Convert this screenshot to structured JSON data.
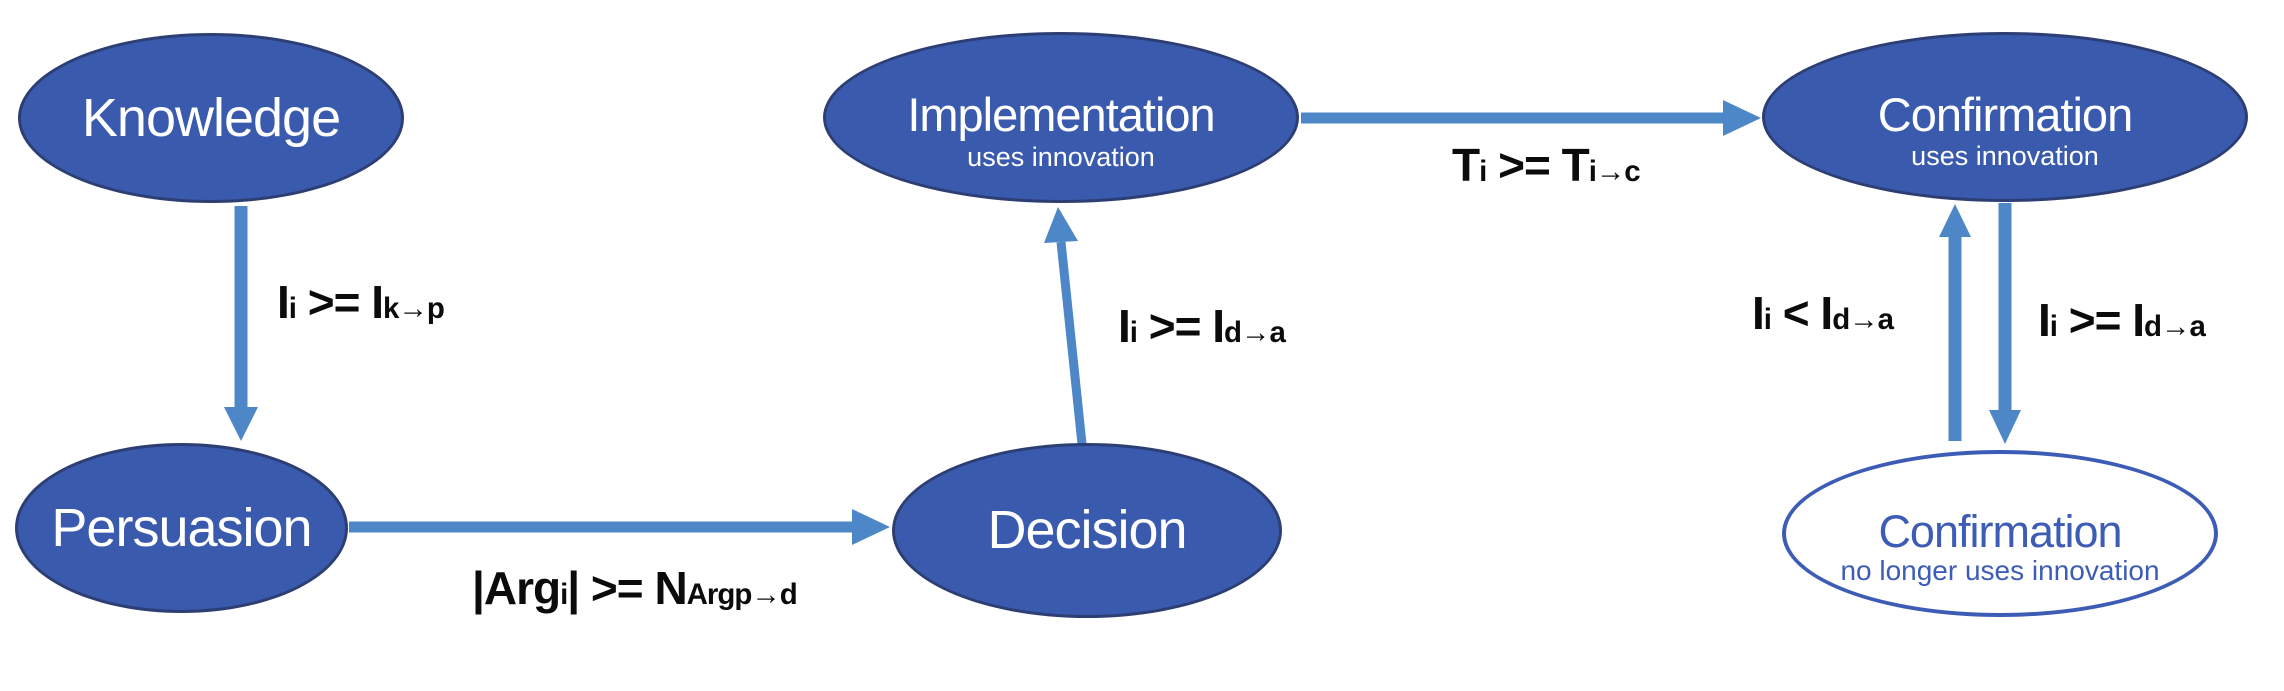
{
  "colors": {
    "node-fill": "#3a5aad",
    "node-border": "#2c3e74",
    "outline": "#3d5cb5",
    "arrow": "#4e87c8",
    "label": "#0b0b0b"
  },
  "nodes": [
    {
      "id": "knowledge",
      "label": "Knowledge"
    },
    {
      "id": "persuasion",
      "label": "Persuasion"
    },
    {
      "id": "decision",
      "label": "Decision"
    },
    {
      "id": "implementation",
      "label": "Implementation",
      "subtitle": "uses innovation"
    },
    {
      "id": "confirmation-using",
      "label": "Confirmation",
      "subtitle": "uses innovation"
    },
    {
      "id": "confirmation-not-using",
      "label": "Confirmation",
      "subtitle": "no longer uses innovation"
    }
  ],
  "edges": [
    {
      "from": "knowledge",
      "to": "persuasion",
      "condition": [
        {
          "t": "I"
        },
        {
          "t": "i",
          "pos": "sub"
        },
        {
          "t": " >= I"
        },
        {
          "t": "k→p",
          "pos": "sup"
        }
      ]
    },
    {
      "from": "persuasion",
      "to": "decision",
      "condition": [
        {
          "t": "|Arg"
        },
        {
          "t": "i",
          "pos": "sub"
        },
        {
          "t": "| >= N"
        },
        {
          "t": "Arg",
          "pos": "sub"
        },
        {
          "t": "p→d",
          "pos": "sup"
        }
      ]
    },
    {
      "from": "decision",
      "to": "implementation",
      "condition": [
        {
          "t": "I"
        },
        {
          "t": "i",
          "pos": "sub"
        },
        {
          "t": " >= I"
        },
        {
          "t": "d→a",
          "pos": "sup"
        }
      ]
    },
    {
      "from": "implementation",
      "to": "confirmation-using",
      "condition": [
        {
          "t": "T"
        },
        {
          "t": "i",
          "pos": "sub"
        },
        {
          "t": " >= T"
        },
        {
          "t": "i→c",
          "pos": "sup"
        }
      ]
    },
    {
      "from": "confirmation-not-using",
      "to": "confirmation-using",
      "condition": [
        {
          "t": "I"
        },
        {
          "t": "i",
          "pos": "sub"
        },
        {
          "t": " < I"
        },
        {
          "t": "d→a",
          "pos": "sup"
        }
      ]
    },
    {
      "from": "confirmation-using",
      "to": "confirmation-not-using",
      "condition": [
        {
          "t": "I"
        },
        {
          "t": "i",
          "pos": "sub"
        },
        {
          "t": " >= I"
        },
        {
          "t": "d→a",
          "pos": "sup"
        }
      ]
    }
  ]
}
